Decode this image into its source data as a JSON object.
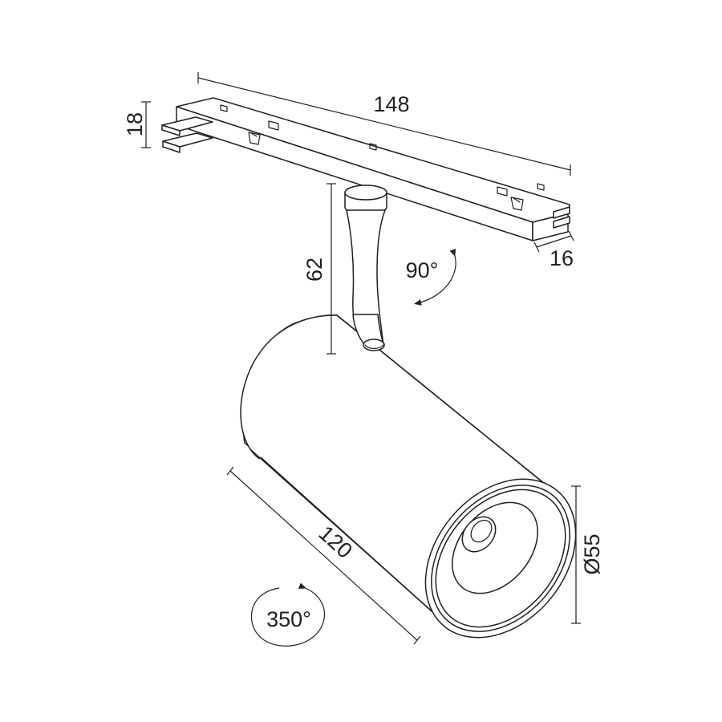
{
  "dimensions": {
    "rail_length": "148",
    "rail_height": "18",
    "rail_width": "16",
    "stem_height": "62",
    "body_length": "120",
    "body_diameter": "Ø55"
  },
  "rotations": {
    "tilt": "90°",
    "pan": "350°"
  },
  "colors": {
    "line": "#231f20",
    "background": "#ffffff"
  }
}
